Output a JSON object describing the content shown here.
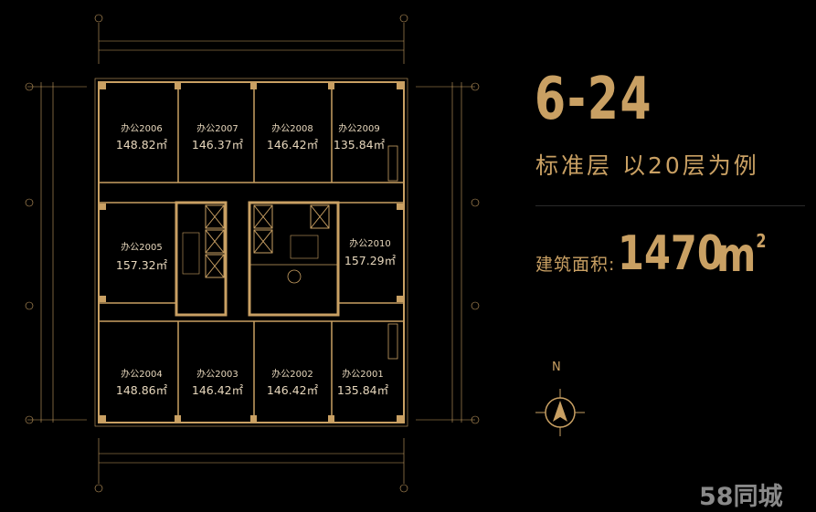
{
  "header": {
    "floor_range": "6-24",
    "subtitle": "标准层 以20层为例",
    "area_label": "建筑面积:",
    "area_value": "1470",
    "area_unit": "m",
    "area_unit_sup": "2"
  },
  "compass": {
    "label": "N"
  },
  "watermark": "58同城",
  "colors": {
    "accent": "#c9a063",
    "background": "#000000",
    "room_text": "#e8d8bd"
  },
  "rooms": [
    {
      "name": "办公2006",
      "area": "148.82㎡"
    },
    {
      "name": "办公2007",
      "area": "146.37㎡"
    },
    {
      "name": "办公2008",
      "area": "146.42㎡"
    },
    {
      "name": "办公2009",
      "area": "135.84㎡"
    },
    {
      "name": "办公2005",
      "area": "157.32㎡"
    },
    {
      "name": "办公2010",
      "area": "157.29㎡"
    },
    {
      "name": "办公2004",
      "area": "148.86㎡"
    },
    {
      "name": "办公2003",
      "area": "146.42㎡"
    },
    {
      "name": "办公2002",
      "area": "146.42㎡"
    },
    {
      "name": "办公2001",
      "area": "135.84㎡"
    }
  ]
}
